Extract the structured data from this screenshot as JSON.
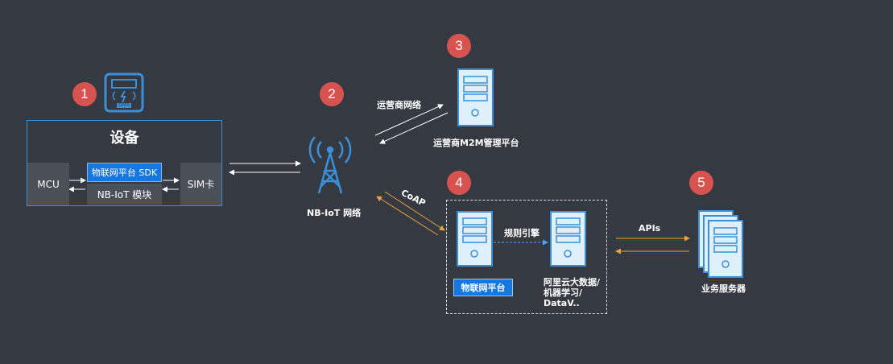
{
  "badges": [
    "1",
    "2",
    "3",
    "4",
    "5"
  ],
  "device": {
    "title": "设备",
    "mcu": "MCU",
    "sdk": "物联网平台 SDK",
    "module": "NB-IoT 模块",
    "sim": "SIM卡",
    "gprs": "GPRS"
  },
  "network": {
    "label": "NB-IoT 网络"
  },
  "carrier": {
    "link_label": "运营商网络",
    "platform_label": "运营商M2M管理平台"
  },
  "iot": {
    "protocol_label": "CoAP",
    "rule_label": "规则引擎",
    "platform_label": "物联网平台",
    "aliyun_lines": [
      "阿里云大数据/",
      "机器学习/",
      "DataV.."
    ]
  },
  "business": {
    "apis_label": "APIs",
    "server_label": "业务服务器"
  },
  "colors": {
    "background": "#353a42",
    "badge": "#d8534f",
    "accent_blue": "#1677e0",
    "arrow_orange": "#e8a33a",
    "server_fill": "#dff0fb",
    "server_stroke": "#3b8fd8"
  }
}
